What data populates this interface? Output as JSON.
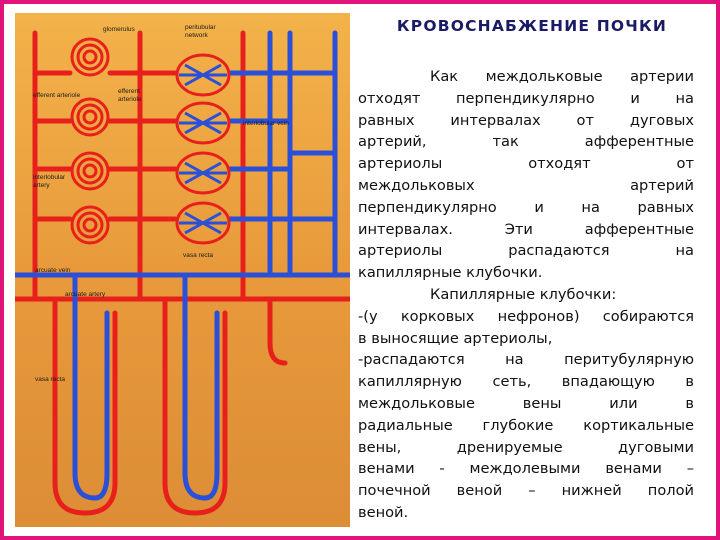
{
  "title": "КРОВОСНАБЖЕНИЕ ПОЧКИ",
  "paragraph_lines": [
    "Как междольковые артерии",
    "отходят перпендикулярно и на",
    "равных интервалах от дуговых",
    "артерий, так афферентные",
    "артериолы отходят от",
    "междольковых артерий",
    "перпендикулярно и на равных",
    "интервалах. Эти афферентные",
    "артериолы распадаются на",
    "капиллярные клубочки.",
    "Капиллярные клубочки:",
    "-(у корковых нефронов) собираются",
    "в выносящие артериолы,",
    "-распадаются на перитубулярную",
    "капиллярную сеть, впадающую в",
    "междольковые вены или в",
    "радиальные глубокие кортикальные",
    "вены, дренируемые дуговыми",
    "венами - междолевыми венами –",
    "почечной веной – нижней полой",
    "веной."
  ],
  "diagram_labels": {
    "glomerulus": "glomerulus",
    "peritubular": "peritubular",
    "network": "network",
    "efferent_arteriole": "efferent arteriole",
    "efferent": "efferent",
    "arteriole": "arteriole",
    "interlobular_vein": "interlobular vein",
    "interlobular": "interlobular",
    "artery": "artery",
    "vasa_recta": "vasa recta",
    "arcuate_vein": "arcuate vein",
    "arcuate_artery": "arcuate artery",
    "vasa_recta_lower": "vasa recta"
  },
  "colors": {
    "frame": "#e0147a",
    "artery": "#e8201c",
    "vein": "#2a4fd8",
    "background": "#e7a03a",
    "title": "#1a1a66"
  }
}
